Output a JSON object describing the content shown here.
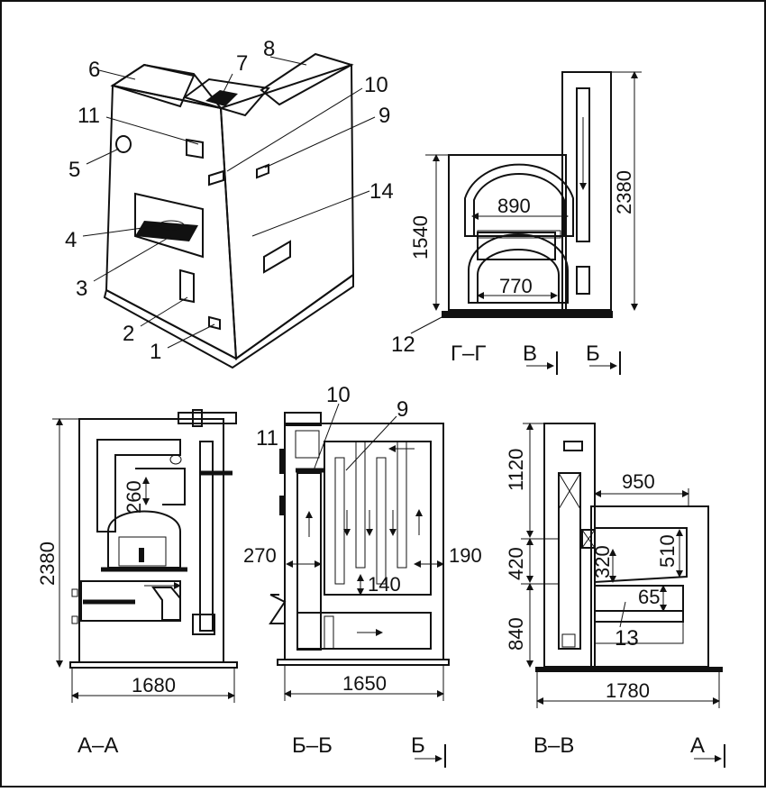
{
  "iso_labels": [
    "6",
    "7",
    "8",
    "10",
    "11",
    "9",
    "5",
    "14",
    "4",
    "3",
    "2",
    "1"
  ],
  "section_titles": {
    "gg": "Г–Г",
    "aa": "А–А",
    "bb": "Б–Б",
    "vv": "В–В"
  },
  "section_markers": {
    "gg_v": "В",
    "gg_b": "Б",
    "bb_b": "Б",
    "vv_a": "А"
  },
  "gg": {
    "label_12": "12",
    "w_upper": "890",
    "w_lower": "770",
    "h_left": "1540",
    "h_right": "2380"
  },
  "aa": {
    "h": "2380",
    "w": "1680",
    "d260": "260"
  },
  "bb": {
    "label_11": "11",
    "label_10": "10",
    "label_9": "9",
    "d270": "270",
    "d190": "190",
    "d140": "140",
    "w": "1650"
  },
  "vv": {
    "h1120": "1120",
    "w950": "950",
    "h420": "420",
    "h320": "320",
    "h510": "510",
    "h840": "840",
    "d65": "65",
    "label_13": "13",
    "w": "1780"
  }
}
